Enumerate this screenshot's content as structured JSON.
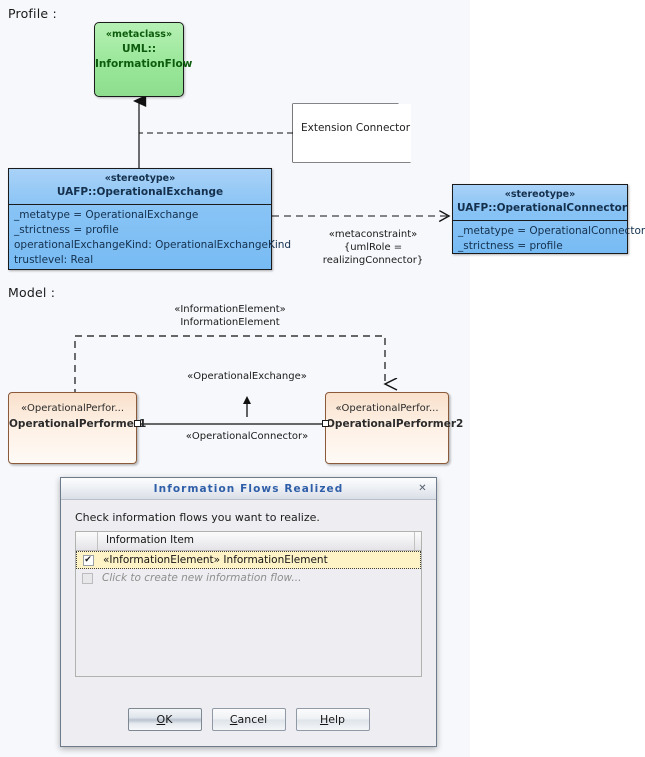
{
  "canvas": {
    "profile_label": "Profile :",
    "model_label": "Model :"
  },
  "profile": {
    "metaclass": {
      "stereotype": "«metaclass»",
      "name_line1": "UML::",
      "name_line2": "InformationFlow"
    },
    "operational_exchange": {
      "stereotype": "«stereotype»",
      "name": "UAFP::OperationalExchange",
      "attributes": [
        "_metatype = OperationalExchange",
        "_strictness = profile",
        "operationalExchangeKind: OperationalExchangeKind",
        "trustlevel: Real"
      ]
    },
    "operational_connector": {
      "stereotype": "«stereotype»",
      "name": "UAFP::OperationalConnector",
      "attributes": [
        "_metatype = OperationalConnector",
        "_strictness = profile"
      ]
    },
    "note": {
      "text": "Extension Connector"
    },
    "metaconstraint_label": {
      "line1": "«metaconstraint»",
      "line2": "{umlRole =",
      "line3": "realizingConnector}"
    }
  },
  "model": {
    "information_element_label": {
      "line1": "«InformationElement»",
      "line2": "InformationElement"
    },
    "operational_exchange_label": "«OperationalExchange»",
    "operational_connector_label": "«OperationalConnector»",
    "performer1": {
      "stereotype": "«OperationalPerfor...",
      "name": "OperationalPerformer1"
    },
    "performer2": {
      "stereotype": "«OperationalPerfor...",
      "name": "OperationalPerformer2"
    }
  },
  "dialog": {
    "title": "Information Flows Realized",
    "close_icon": "✕",
    "instruction": "Check information flows you want to realize.",
    "table": {
      "columns": [
        "Information Item"
      ],
      "rows": [
        {
          "checked": true,
          "label": "«InformationElement» InformationElement",
          "check_glyph": "✔",
          "enabled": true
        },
        {
          "checked": false,
          "label": "Click to create new information flow...",
          "check_glyph": "",
          "enabled": false
        }
      ]
    },
    "buttons": {
      "ok": {
        "prefix": "",
        "mnemonic": "O",
        "suffix": "K"
      },
      "cancel": {
        "prefix": "",
        "mnemonic": "C",
        "suffix": "ancel"
      },
      "help": {
        "prefix": "",
        "mnemonic": "H",
        "suffix": "elp"
      }
    }
  },
  "colors": {
    "canvas_bg": "#f6f8fb",
    "metaclass_green": "#9ae79a",
    "stereotype_blue": "#88c3f5",
    "performer_peach": "#fdf0e4",
    "dialog_title_blue": "#2f5fa8",
    "selected_row_yellow": "#fdf3c6"
  }
}
